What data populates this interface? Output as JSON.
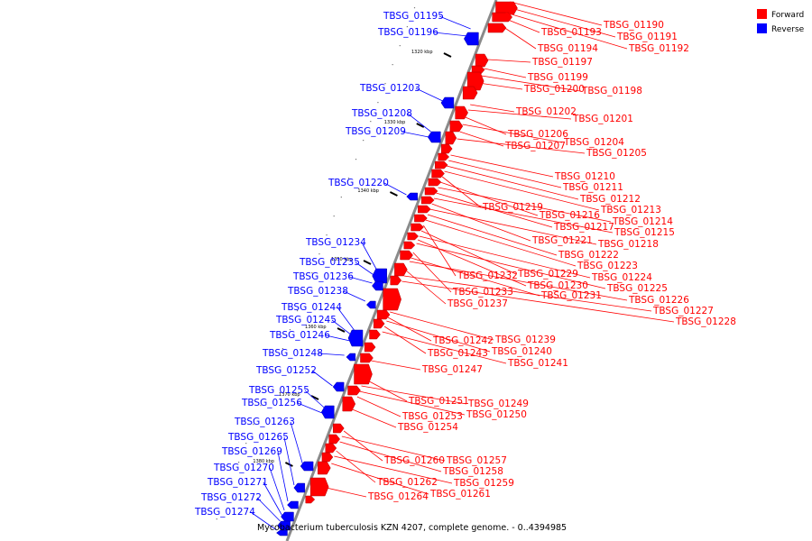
{
  "legend": {
    "forward": {
      "label": "Forward",
      "color": "#ff0000"
    },
    "reverse": {
      "label": "Reverse",
      "color": "#0000ff"
    }
  },
  "caption": "Mycobacterium tuberculosis KZN 4207, complete genome. - 0..4394985",
  "axis_ticks": [
    "1320 kbp",
    "1330 kbp",
    "1340 kbp",
    "1350 kbp",
    "1360 kbp",
    "1370 kbp",
    "1380 kbp"
  ],
  "forward_genes": [
    "TBSG_01190",
    "TBSG_01191",
    "TBSG_01192",
    "TBSG_01193",
    "TBSG_01194",
    "TBSG_01197",
    "TBSG_01199",
    "TBSG_01198",
    "TBSG_01200",
    "TBSG_01202",
    "TBSG_01201",
    "TBSG_01206",
    "TBSG_01204",
    "TBSG_01207",
    "TBSG_01205",
    "TBSG_01210",
    "TBSG_01211",
    "TBSG_01212",
    "TBSG_01213",
    "TBSG_01219",
    "TBSG_01216",
    "TBSG_01214",
    "TBSG_01217",
    "TBSG_01215",
    "TBSG_01221",
    "TBSG_01218",
    "TBSG_01222",
    "TBSG_01223",
    "TBSG_01232",
    "TBSG_01229",
    "TBSG_01224",
    "TBSG_01230",
    "TBSG_01225",
    "TBSG_01233",
    "TBSG_01231",
    "TBSG_01226",
    "TBSG_01237",
    "TBSG_01227",
    "TBSG_01228",
    "TBSG_01239",
    "TBSG_01242",
    "TBSG_01240",
    "TBSG_01243",
    "TBSG_01241",
    "TBSG_01247",
    "TBSG_01251",
    "TBSG_01249",
    "TBSG_01250",
    "TBSG_01253",
    "TBSG_01254",
    "TBSG_01260",
    "TBSG_01257",
    "TBSG_01258",
    "TBSG_01262",
    "TBSG_01259",
    "TBSG_01261",
    "TBSG_01264"
  ],
  "reverse_genes": [
    "TBSG_01195",
    "TBSG_01196",
    "TBSG_01203",
    "TBSG_01208",
    "TBSG_01209",
    "TBSG_01220",
    "TBSG_01234",
    "TBSG_01235",
    "TBSG_01236",
    "TBSG_01238",
    "TBSG_01244",
    "TBSG_01245",
    "TBSG_01246",
    "TBSG_01248",
    "TBSG_01252",
    "TBSG_01255",
    "TBSG_01256",
    "TBSG_01263",
    "TBSG_01265",
    "TBSG_01269",
    "TBSG_01270",
    "TBSG_01271",
    "TBSG_01272",
    "TBSG_01274"
  ]
}
